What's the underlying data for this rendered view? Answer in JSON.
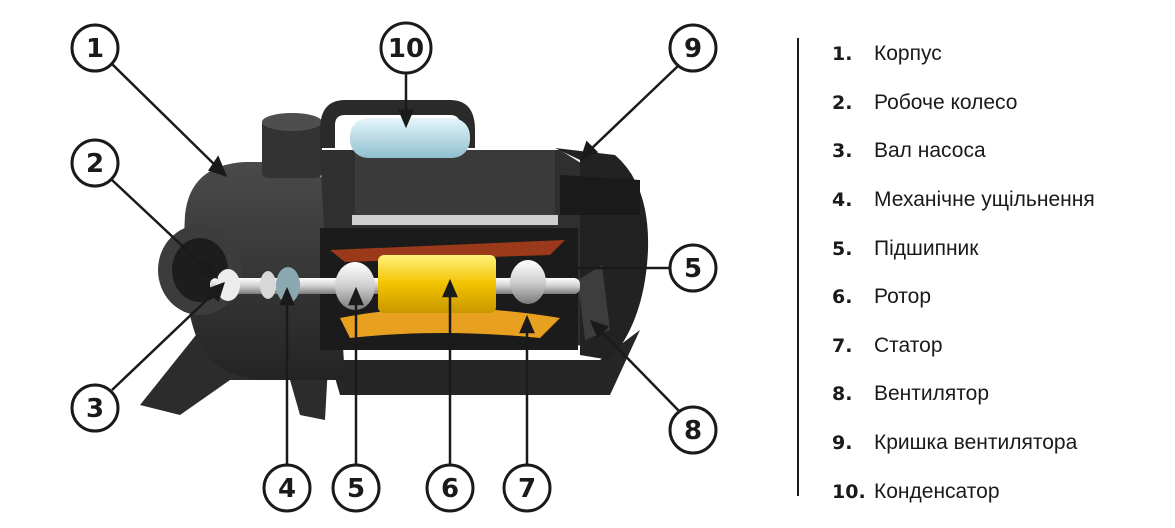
{
  "callouts": [
    {
      "num": "1"
    },
    {
      "num": "2"
    },
    {
      "num": "3"
    },
    {
      "num": "4"
    },
    {
      "num": "5"
    },
    {
      "num": "6"
    },
    {
      "num": "7"
    },
    {
      "num": "5"
    },
    {
      "num": "8"
    },
    {
      "num": "9"
    },
    {
      "num": "10"
    }
  ],
  "legend": [
    {
      "num": "1.",
      "label": "Корпус"
    },
    {
      "num": "2.",
      "label": "Робоче колесо"
    },
    {
      "num": "3.",
      "label": "Вал насоса"
    },
    {
      "num": "4.",
      "label": "Механічне ущільнення"
    },
    {
      "num": "5.",
      "label": "Підшипник"
    },
    {
      "num": "6.",
      "label": "Ротор"
    },
    {
      "num": "7.",
      "label": "Статор"
    },
    {
      "num": "8.",
      "label": "Вентилятор"
    },
    {
      "num": "9.",
      "label": "Кришка вентилятора"
    },
    {
      "num": "10.",
      "label": "Конденсатор"
    }
  ],
  "colors": {
    "body": "#3a3a3a",
    "body_dark": "#1e1e1e",
    "rotor": "#f2c200",
    "stator": "#e8a020",
    "shaft": "#d8d8d8",
    "capacitor": "#b8dce8",
    "outline": "#1a1a1a"
  }
}
